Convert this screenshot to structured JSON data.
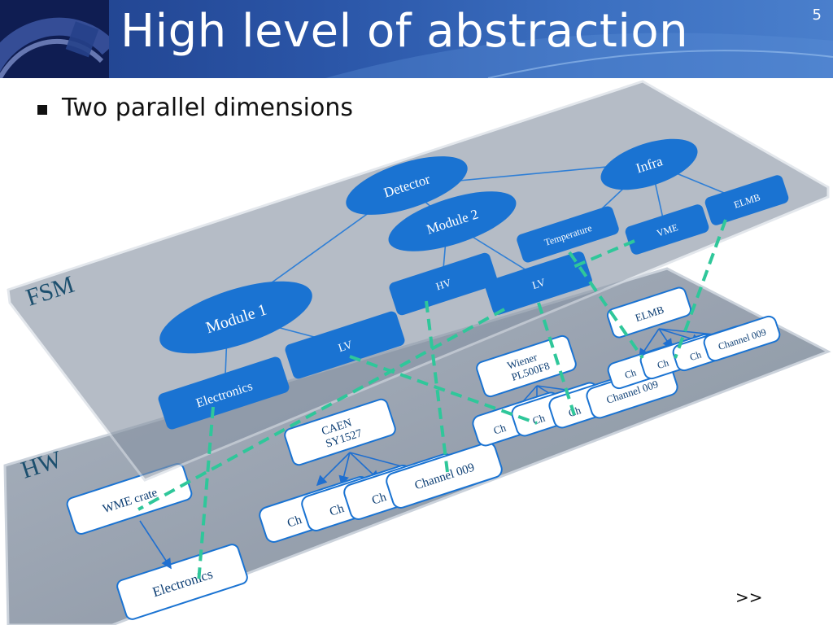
{
  "slide": {
    "title": "High level of abstraction",
    "number": "5",
    "bullet": "Two parallel dimensions",
    "next": ">>"
  },
  "planes": {
    "fsm_label": "FSM",
    "hw_label": "HW"
  },
  "fsm_nodes": {
    "detector": "Detector",
    "infra": "Infra",
    "module2": "Module 2",
    "module1": "Module 1",
    "temperature": "Temperature",
    "vme": "VME",
    "elmb": "ELMB",
    "hv": "HV",
    "lv_right": "LV",
    "lv_left": "LV",
    "electronics": "Electronics"
  },
  "hw_nodes": {
    "caen_line1": "CAEN",
    "caen_line2": "SY1527",
    "wiener_line1": "Wiener",
    "wiener_line2": "PL500F8",
    "elmb": "ELMB",
    "wme_crate": "WME crate",
    "electronics": "Electronics",
    "channel": "Channel 009",
    "channel_partial": "Ch"
  },
  "colors": {
    "header_dark": "#0f1d52",
    "header_blue": "#2b56a8",
    "node_blue": "#1a73d2",
    "link_green": "#2fc79a",
    "plane_grey": "#8e9aa8"
  }
}
